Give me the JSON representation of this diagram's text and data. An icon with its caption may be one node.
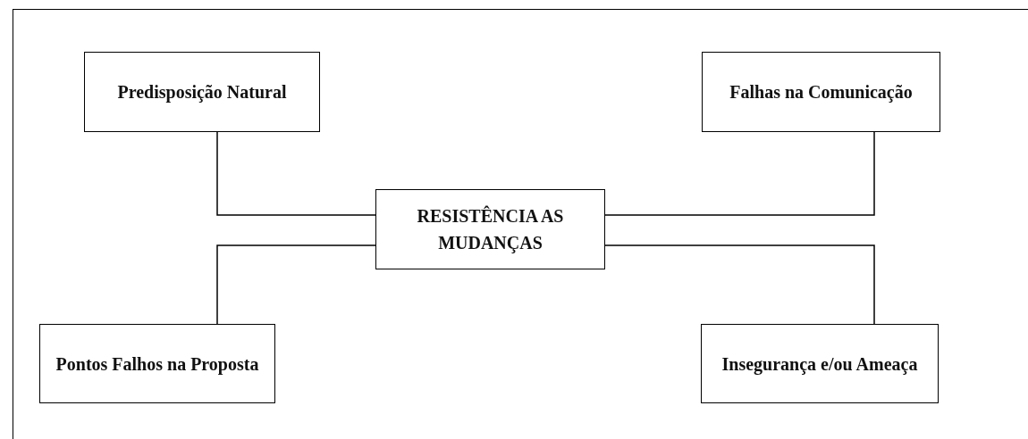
{
  "diagram": {
    "nodes": [
      {
        "text": [
          "Predisposição Natural"
        ]
      },
      {
        "text": [
          "Falhas na Comunicação"
        ]
      },
      {
        "text": [
          "RESISTÊNCIA AS MUDANÇAS"
        ]
      },
      {
        "text": [
          "Pontos Falhos na Proposta"
        ]
      },
      {
        "text": [
          "Insegurança e/ou Ameaça"
        ]
      }
    ],
    "edges": [
      {
        "from": 0,
        "to": 2,
        "arrow": "none"
      },
      {
        "from": 1,
        "to": 2,
        "arrow": "none"
      },
      {
        "from": 3,
        "to": 2,
        "arrow": "none"
      },
      {
        "from": 4,
        "to": 2,
        "arrow": "none"
      }
    ]
  }
}
